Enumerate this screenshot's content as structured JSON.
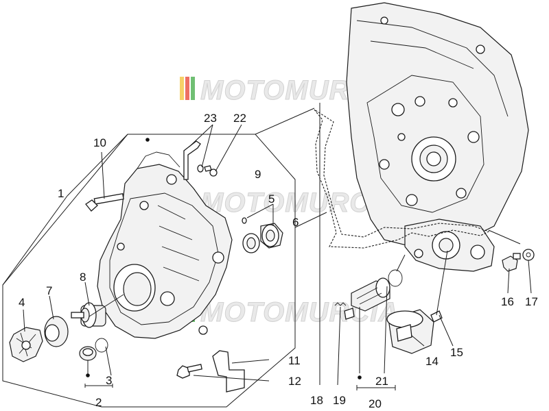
{
  "watermark": {
    "text": "MOTOMURCIA",
    "colors": [
      "#f4c542",
      "#e94b3c",
      "#4caf50",
      "#bdbdbd"
    ]
  },
  "callouts": {
    "c1": "1",
    "c2": "2",
    "c3": "3",
    "c4": "4",
    "c5": "5",
    "c6": "6",
    "c7": "7",
    "c8": "8",
    "c9": "9",
    "c10": "10",
    "c11": "11",
    "c12": "12",
    "c14": "14",
    "c15": "15",
    "c16": "16",
    "c17": "17",
    "c18": "18",
    "c19": "19",
    "c20": "20",
    "c21": "21",
    "c22": "22",
    "c23": "23"
  }
}
